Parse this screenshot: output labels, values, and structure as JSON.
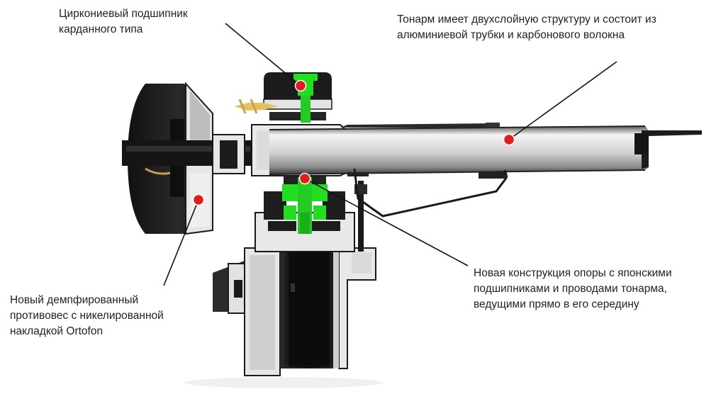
{
  "labels": {
    "gimbal": {
      "lines": [
        "Циркониевый подшипник",
        "карданного типа"
      ]
    },
    "tube": {
      "lines": [
        "Тонарм имеет двухслойную структуру и состоит из",
        "алюминиевой трубки и карбонового волокна"
      ]
    },
    "bearing": {
      "lines": [
        "Новая конструкция опоры с японскими",
        "подшипниками и проводами тонарма,",
        "ведущими прямо в его середину"
      ]
    },
    "counterweight": {
      "lines": [
        "Новый демпфированный",
        "противовес с никелированной",
        "накладкой  Ortofon"
      ]
    }
  },
  "colors": {
    "marker": "#e31b1b",
    "bearing_green": "#22dd22",
    "metal_dark": "#1c1c1c",
    "metal_light": "#e9e9e9",
    "pin_gold": "#e8c15a"
  }
}
